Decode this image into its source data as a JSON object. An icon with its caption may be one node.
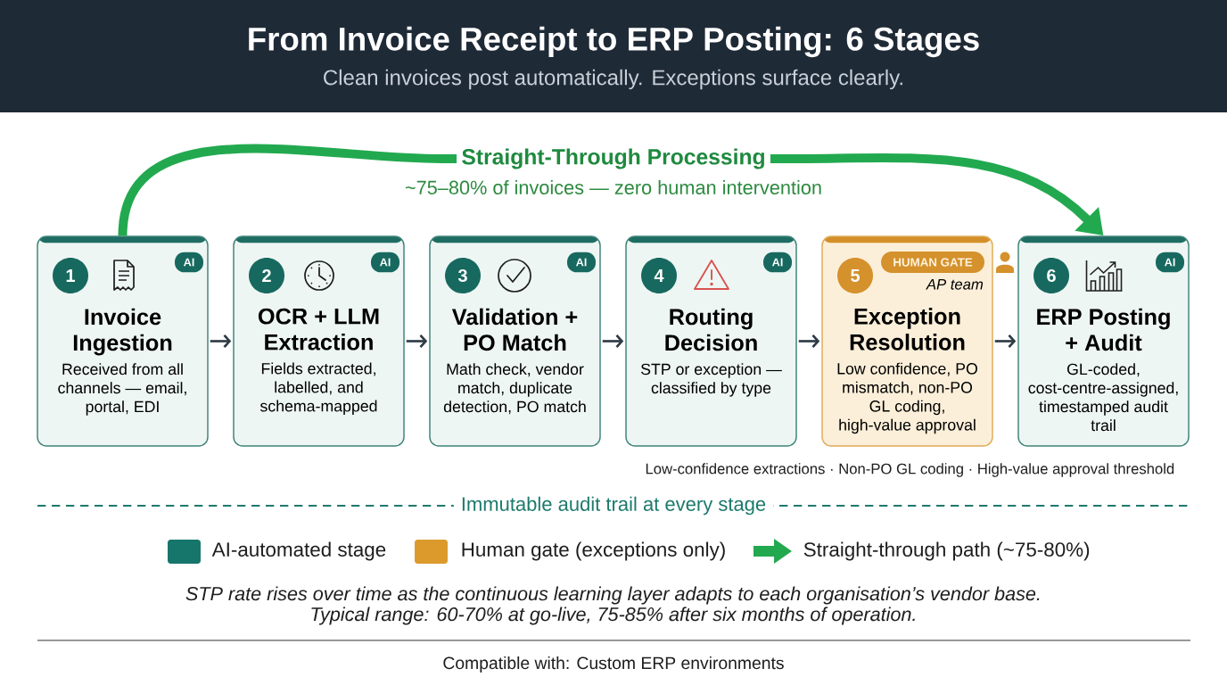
{
  "diagram": {
    "title": "From Invoice Receipt to ERP Posting: 6 Stages",
    "nodes": [
      {
        "text": [
          "Invoice Ingestion",
          "Received from all channels — email, portal, EDI"
        ]
      },
      {
        "text": [
          "1"
        ],
        "in": 0
      },
      {
        "text": [
          "AI"
        ],
        "in": 0
      },
      {
        "text": [
          "OCR + LLM Extraction",
          "Fields extracted, labelled, and schema-mapped"
        ]
      },
      {
        "text": [
          "2"
        ],
        "in": 3
      },
      {
        "text": [
          "AI"
        ],
        "in": 3
      },
      {
        "text": [
          "Validation + PO Match",
          "Math check, vendor match, duplicate detection, PO match"
        ]
      },
      {
        "text": [
          "3"
        ],
        "in": 6
      },
      {
        "text": [
          "AI"
        ],
        "in": 6
      },
      {
        "text": [
          "Routing Decision",
          "STP or exception — classified by type"
        ]
      },
      {
        "text": [
          "4"
        ],
        "in": 9
      },
      {
        "text": [
          "AI"
        ],
        "in": 9
      },
      {
        "text": [
          "AP team",
          "Exception Resolution",
          "Low confidence, PO mismatch, non-PO GL coding, high-value approval"
        ]
      },
      {
        "text": [
          "5"
        ],
        "in": 12
      },
      {
        "text": [
          "HUMAN GATE"
        ],
        "in": 12
      },
      {
        "text": [
          "ERP Posting + Audit",
          "GL-coded, cost-centre-assigned, timestamped audit trail"
        ]
      },
      {
        "text": [
          "6"
        ],
        "in": 15
      },
      {
        "text": [
          "AI"
        ],
        "in": 15
      }
    ],
    "edges": [
      {
        "from": 0,
        "to": 3,
        "arrow": "to"
      },
      {
        "from": 3,
        "to": 6,
        "arrow": "to"
      },
      {
        "from": 6,
        "to": 9,
        "arrow": "to"
      },
      {
        "from": 9,
        "to": 12,
        "arrow": "to"
      },
      {
        "from": 12,
        "to": 15,
        "arrow": "to"
      },
      {
        "from": 0,
        "to": 15,
        "arrow": "to",
        "label": "Straight-Through Processing",
        "style": "thick",
        "color": "#22a94f"
      }
    ],
    "labels": [
      "Clean invoices post automatically. Exceptions surface clearly.",
      "~75–80% of invoices — zero human intervention",
      "Low-confidence extractions · Non-PO GL coding · High-value approval threshold",
      "Immutable audit trail at every stage",
      "STP rate rises over time as the continuous learning layer adapts to each organisation’s vendor base. Typical range: 60-70% at go-live, 75-85% after six months of operation.",
      "Compatible with: Custom ERP environments"
    ],
    "legend": [
      {
        "text": "AI-automated stage",
        "color": "#17766b"
      },
      {
        "text": "Human gate (exceptions only)",
        "color": "#dc9a2c"
      },
      {
        "text": "Straight-through path (~75-80%)"
      }
    ]
  }
}
